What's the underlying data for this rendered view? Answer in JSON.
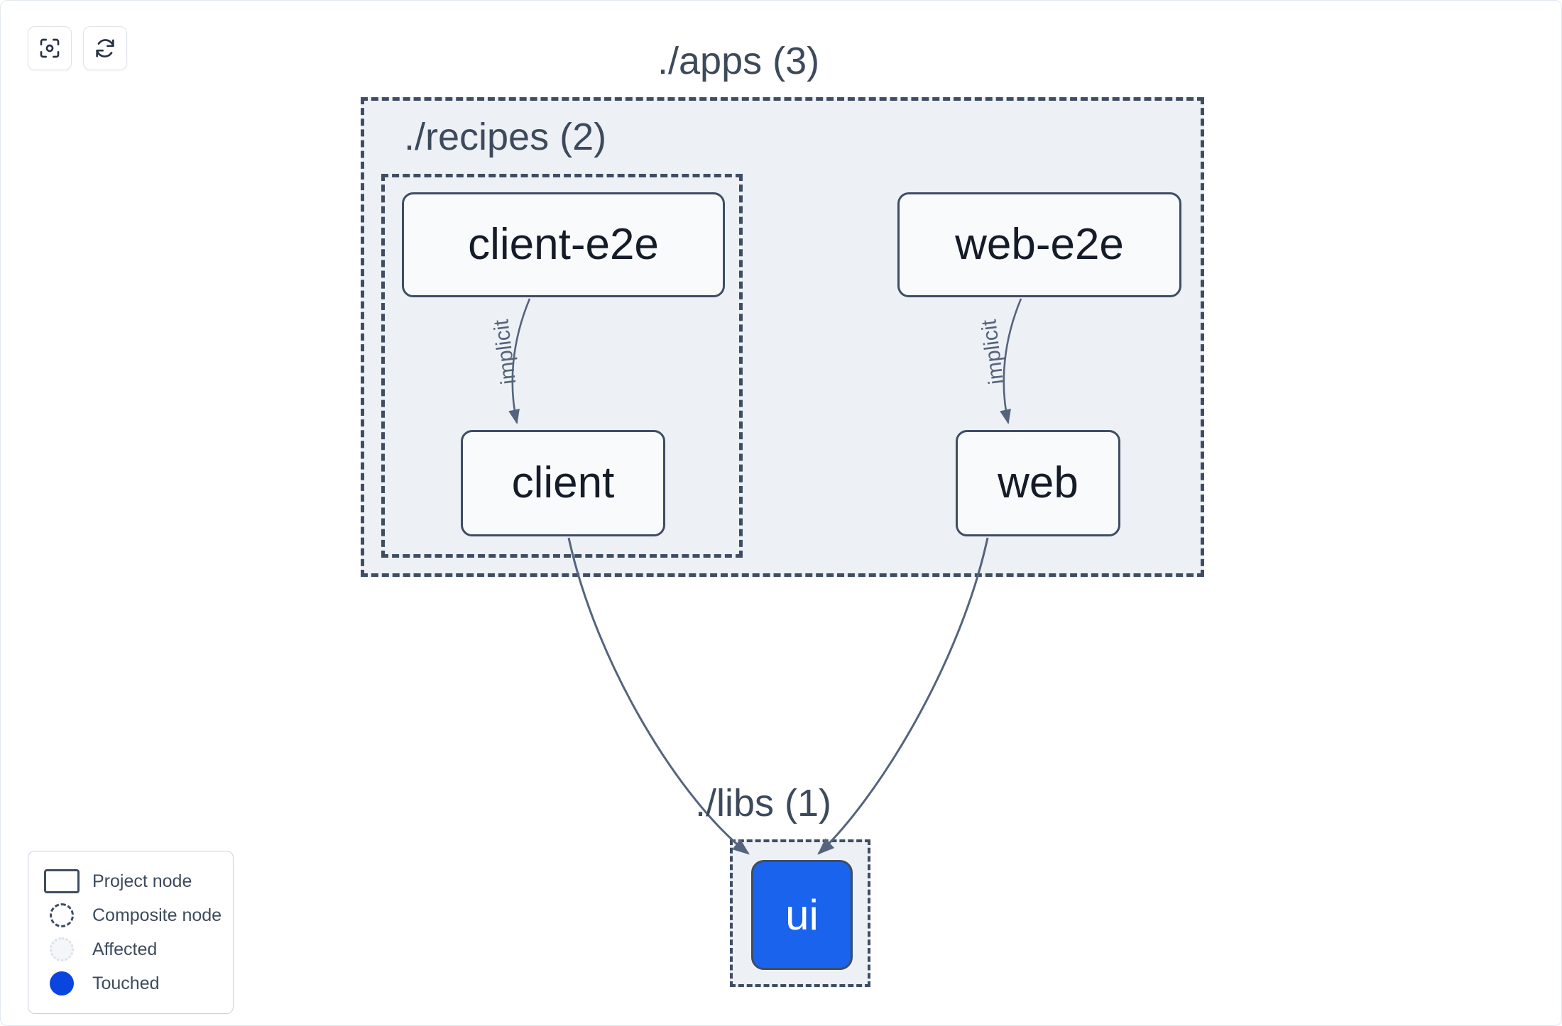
{
  "toolbar": {
    "buttons": [
      {
        "name": "focus-graph-button",
        "icon": "focus-target-icon",
        "label": ""
      },
      {
        "name": "refresh-graph-button",
        "icon": "refresh-icon",
        "label": ""
      }
    ]
  },
  "graph": {
    "containers": [
      {
        "id": "apps",
        "label": "./apps (3)",
        "type": "composite",
        "children": 3
      },
      {
        "id": "recipes",
        "label": "./recipes (2)",
        "type": "composite",
        "children": 2
      },
      {
        "id": "libs",
        "label": "./libs (1)",
        "type": "composite",
        "children": 1
      }
    ],
    "nodes": [
      {
        "id": "client-e2e",
        "label": "client-e2e",
        "state": "project"
      },
      {
        "id": "web-e2e",
        "label": "web-e2e",
        "state": "project"
      },
      {
        "id": "client",
        "label": "client",
        "state": "project"
      },
      {
        "id": "web",
        "label": "web",
        "state": "project"
      },
      {
        "id": "ui",
        "label": "ui",
        "state": "touched"
      }
    ],
    "edges": [
      {
        "from": "client-e2e",
        "to": "client",
        "label": "implicit"
      },
      {
        "from": "web-e2e",
        "to": "web",
        "label": "implicit"
      },
      {
        "from": "client",
        "to": "ui",
        "label": ""
      },
      {
        "from": "web",
        "to": "ui",
        "label": ""
      }
    ]
  },
  "legend": {
    "items": [
      {
        "swatch": "project-node-swatch",
        "label": "Project node"
      },
      {
        "swatch": "composite-node-swatch",
        "label": "Composite node"
      },
      {
        "swatch": "affected-swatch",
        "label": "Affected"
      },
      {
        "swatch": "touched-swatch",
        "label": "Touched"
      }
    ]
  },
  "colors": {
    "touched": "#0a45e0",
    "node_blue": "#1a63ec",
    "container_fill": "#edf0f5",
    "stroke": "#3f4d63",
    "edge": "#55647c",
    "node_fill": "#f8fafc"
  }
}
